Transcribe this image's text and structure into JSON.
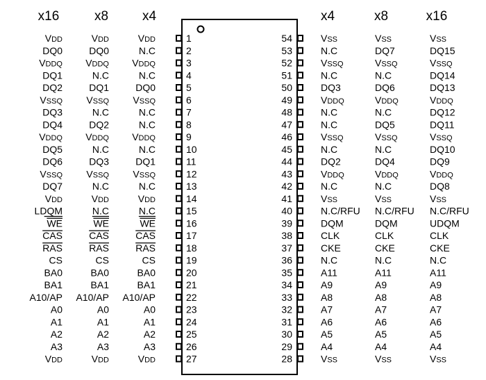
{
  "headers": {
    "left": [
      "x16",
      "x8",
      "x4"
    ],
    "right": [
      "x4",
      "x8",
      "x16"
    ]
  },
  "left_pins": [
    {
      "pin": "1",
      "x4": "VDD",
      "x8": "VDD",
      "x16": "VDD"
    },
    {
      "pin": "2",
      "x4": "N.C",
      "x8": "DQ0",
      "x16": "DQ0"
    },
    {
      "pin": "3",
      "x4": "VDDQ",
      "x8": "VDDQ",
      "x16": "VDDQ"
    },
    {
      "pin": "4",
      "x4": "N.C",
      "x8": "N.C",
      "x16": "DQ1"
    },
    {
      "pin": "5",
      "x4": "DQ0",
      "x8": "DQ1",
      "x16": "DQ2"
    },
    {
      "pin": "6",
      "x4": "VSSQ",
      "x8": "VSSQ",
      "x16": "VSSQ"
    },
    {
      "pin": "7",
      "x4": "N.C",
      "x8": "N.C",
      "x16": "DQ3"
    },
    {
      "pin": "8",
      "x4": "N.C",
      "x8": "DQ2",
      "x16": "DQ4"
    },
    {
      "pin": "9",
      "x4": "VDDQ",
      "x8": "VDDQ",
      "x16": "VDDQ"
    },
    {
      "pin": "10",
      "x4": "N.C",
      "x8": "N.C",
      "x16": "DQ5"
    },
    {
      "pin": "11",
      "x4": "DQ1",
      "x8": "DQ3",
      "x16": "DQ6"
    },
    {
      "pin": "12",
      "x4": "VSSQ",
      "x8": "VSSQ",
      "x16": "VSSQ"
    },
    {
      "pin": "13",
      "x4": "N.C",
      "x8": "N.C",
      "x16": "DQ7"
    },
    {
      "pin": "14",
      "x4": "VDD",
      "x8": "VDD",
      "x16": "VDD"
    },
    {
      "pin": "15",
      "x4": "N.C",
      "x8": "N.C",
      "x16": "LDQM"
    },
    {
      "pin": "16",
      "x4": "WE",
      "x8": "WE",
      "x16": "WE"
    },
    {
      "pin": "17",
      "x4": "CAS",
      "x8": "CAS",
      "x16": "CAS"
    },
    {
      "pin": "18",
      "x4": "RAS",
      "x8": "RAS",
      "x16": "RAS"
    },
    {
      "pin": "19",
      "x4": "CS",
      "x8": "CS",
      "x16": "CS"
    },
    {
      "pin": "20",
      "x4": "BA0",
      "x8": "BA0",
      "x16": "BA0"
    },
    {
      "pin": "21",
      "x4": "BA1",
      "x8": "BA1",
      "x16": "BA1"
    },
    {
      "pin": "22",
      "x4": "A10/AP",
      "x8": "A10/AP",
      "x16": "A10/AP"
    },
    {
      "pin": "23",
      "x4": "A0",
      "x8": "A0",
      "x16": "A0"
    },
    {
      "pin": "24",
      "x4": "A1",
      "x8": "A1",
      "x16": "A1"
    },
    {
      "pin": "25",
      "x4": "A2",
      "x8": "A2",
      "x16": "A2"
    },
    {
      "pin": "26",
      "x4": "A3",
      "x8": "A3",
      "x16": "A3"
    },
    {
      "pin": "27",
      "x4": "VDD",
      "x8": "VDD",
      "x16": "VDD"
    }
  ],
  "right_pins": [
    {
      "pin": "54",
      "x4": "VSS",
      "x8": "VSS",
      "x16": "VSS"
    },
    {
      "pin": "53",
      "x4": "N.C",
      "x8": "DQ7",
      "x16": "DQ15"
    },
    {
      "pin": "52",
      "x4": "VSSQ",
      "x8": "VSSQ",
      "x16": "VSSQ"
    },
    {
      "pin": "51",
      "x4": "N.C",
      "x8": "N.C",
      "x16": "DQ14"
    },
    {
      "pin": "50",
      "x4": "DQ3",
      "x8": "DQ6",
      "x16": "DQ13"
    },
    {
      "pin": "49",
      "x4": "VDDQ",
      "x8": "VDDQ",
      "x16": "VDDQ"
    },
    {
      "pin": "48",
      "x4": "N.C",
      "x8": "N.C",
      "x16": "DQ12"
    },
    {
      "pin": "47",
      "x4": "N.C",
      "x8": "DQ5",
      "x16": "DQ11"
    },
    {
      "pin": "46",
      "x4": "VSSQ",
      "x8": "VSSQ",
      "x16": "VSSQ"
    },
    {
      "pin": "45",
      "x4": "N.C",
      "x8": "N.C",
      "x16": "DQ10"
    },
    {
      "pin": "44",
      "x4": "DQ2",
      "x8": "DQ4",
      "x16": "DQ9"
    },
    {
      "pin": "43",
      "x4": "VDDQ",
      "x8": "VDDQ",
      "x16": "VDDQ"
    },
    {
      "pin": "42",
      "x4": "N.C",
      "x8": "N.C",
      "x16": "DQ8"
    },
    {
      "pin": "41",
      "x4": "VSS",
      "x8": "VSS",
      "x16": "VSS"
    },
    {
      "pin": "40",
      "x4": "N.C/RFU",
      "x8": "N.C/RFU",
      "x16": "N.C/RFU"
    },
    {
      "pin": "39",
      "x4": "DQM",
      "x8": "DQM",
      "x16": "UDQM"
    },
    {
      "pin": "38",
      "x4": "CLK",
      "x8": "CLK",
      "x16": "CLK"
    },
    {
      "pin": "37",
      "x4": "CKE",
      "x8": "CKE",
      "x16": "CKE"
    },
    {
      "pin": "36",
      "x4": "N.C",
      "x8": "N.C",
      "x16": "N.C"
    },
    {
      "pin": "35",
      "x4": "A11",
      "x8": "A11",
      "x16": "A11"
    },
    {
      "pin": "34",
      "x4": "A9",
      "x8": "A9",
      "x16": "A9"
    },
    {
      "pin": "33",
      "x4": "A8",
      "x8": "A8",
      "x16": "A8"
    },
    {
      "pin": "32",
      "x4": "A7",
      "x8": "A7",
      "x16": "A7"
    },
    {
      "pin": "31",
      "x4": "A6",
      "x8": "A6",
      "x16": "A6"
    },
    {
      "pin": "30",
      "x4": "A5",
      "x8": "A5",
      "x16": "A5"
    },
    {
      "pin": "29",
      "x4": "A4",
      "x8": "A4",
      "x16": "A4"
    },
    {
      "pin": "28",
      "x4": "VSS",
      "x8": "VSS",
      "x16": "VSS"
    }
  ]
}
